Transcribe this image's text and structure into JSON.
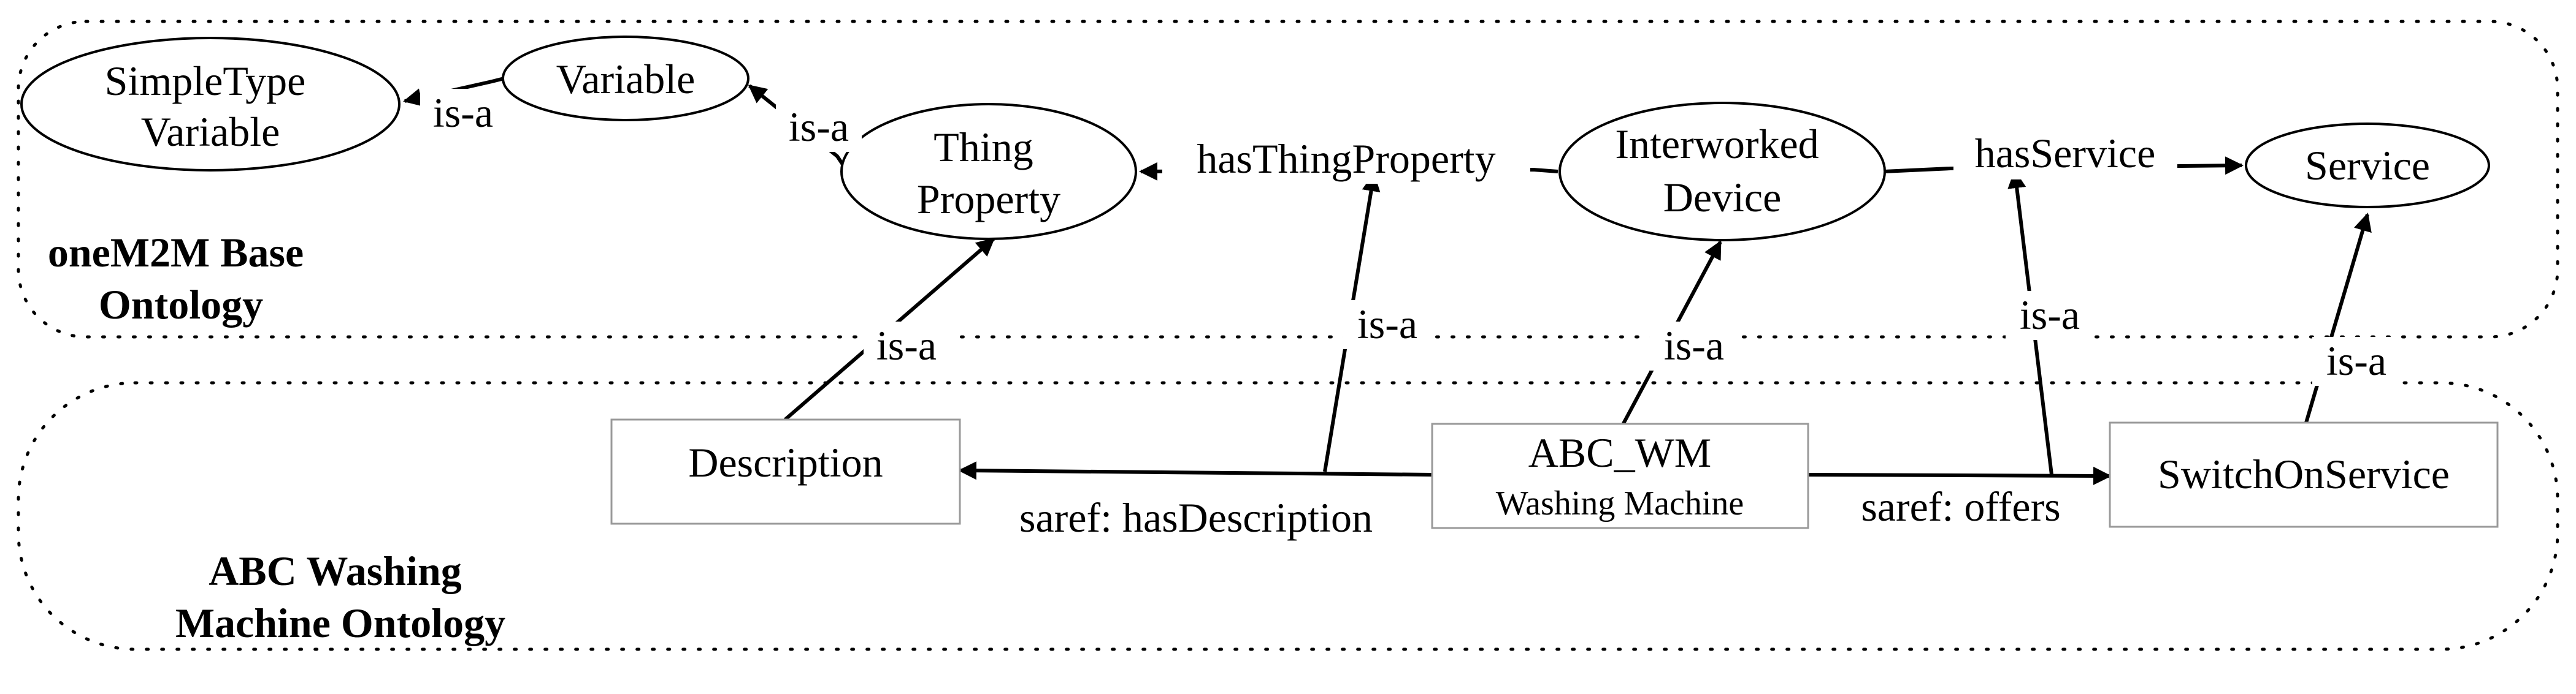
{
  "regions": {
    "base": [
      "oneM2M Base",
      "Ontology"
    ],
    "abc": [
      "ABC Washing",
      "Machine Ontology"
    ]
  },
  "nodes": {
    "simpletype_variable": [
      "SimpleType",
      "Variable"
    ],
    "variable": [
      "Variable"
    ],
    "thing_property": [
      "Thing",
      "Property"
    ],
    "interworked_device": [
      "Interworked",
      "Device"
    ],
    "service": [
      "Service"
    ],
    "description": [
      "Description"
    ],
    "abc_wm": {
      "title": "ABC_WM",
      "subtitle": "Washing Machine"
    },
    "switch_on_service": [
      "SwitchOnService"
    ]
  },
  "edges": {
    "variable_simpletype": "is-a",
    "thingprop_variable": "is-a",
    "device_thingprop": "hasThingProperty",
    "device_service": "hasService",
    "description_thingprop": "is-a",
    "hasdescription_thingprop": "is-a",
    "abcwm_device": "is-a",
    "offers_hasservice": "is-a",
    "switchon_service": "is-a",
    "abcwm_description": "saref: hasDescription",
    "abcwm_switchon": "saref: offers"
  }
}
